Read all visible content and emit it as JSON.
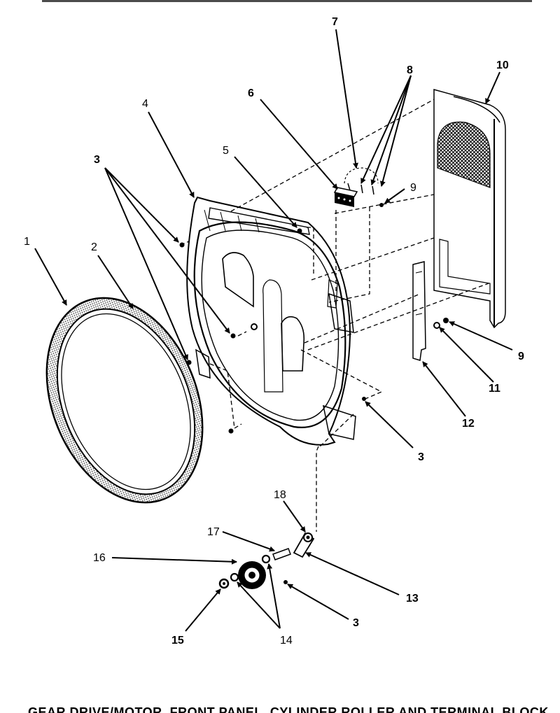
{
  "caption": "GEAR DRIVE/MOTOR, FRONT PANEL, CYLINDER ROLLER AND TERMINAL BLOCK",
  "callouts": [
    {
      "id": "c1",
      "text": "1"
    },
    {
      "id": "c2",
      "text": "2"
    },
    {
      "id": "c3a",
      "text": "3"
    },
    {
      "id": "c4",
      "text": "4"
    },
    {
      "id": "c5",
      "text": "5"
    },
    {
      "id": "c6",
      "text": "6"
    },
    {
      "id": "c7",
      "text": "7"
    },
    {
      "id": "c8",
      "text": "8"
    },
    {
      "id": "c9a",
      "text": "9"
    },
    {
      "id": "c10",
      "text": "10"
    },
    {
      "id": "c9b",
      "text": "9"
    },
    {
      "id": "c11",
      "text": "11"
    },
    {
      "id": "c12",
      "text": "12"
    },
    {
      "id": "c3b",
      "text": "3"
    },
    {
      "id": "c18",
      "text": "18"
    },
    {
      "id": "c17",
      "text": "17"
    },
    {
      "id": "c16",
      "text": "16"
    },
    {
      "id": "c13",
      "text": "13"
    },
    {
      "id": "c3c",
      "text": "3"
    },
    {
      "id": "c15",
      "text": "15"
    },
    {
      "id": "c14",
      "text": "14"
    }
  ]
}
